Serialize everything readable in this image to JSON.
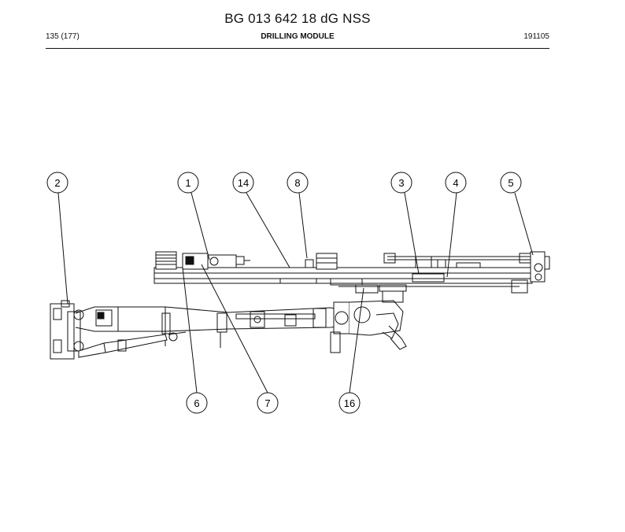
{
  "header": {
    "document_id": "BG 013 642 18 dG NSS",
    "page_number": "135 (177)",
    "section_title": "DRILLING MODULE",
    "date_code": "191105"
  },
  "diagram": {
    "callouts": [
      {
        "id": "c2",
        "label": "2"
      },
      {
        "id": "c1",
        "label": "1"
      },
      {
        "id": "c14",
        "label": "14"
      },
      {
        "id": "c8",
        "label": "8"
      },
      {
        "id": "c3",
        "label": "3"
      },
      {
        "id": "c4",
        "label": "4"
      },
      {
        "id": "c5",
        "label": "5"
      },
      {
        "id": "c6",
        "label": "6"
      },
      {
        "id": "c7",
        "label": "7"
      },
      {
        "id": "c16",
        "label": "16"
      }
    ],
    "line_color": "#111111"
  }
}
